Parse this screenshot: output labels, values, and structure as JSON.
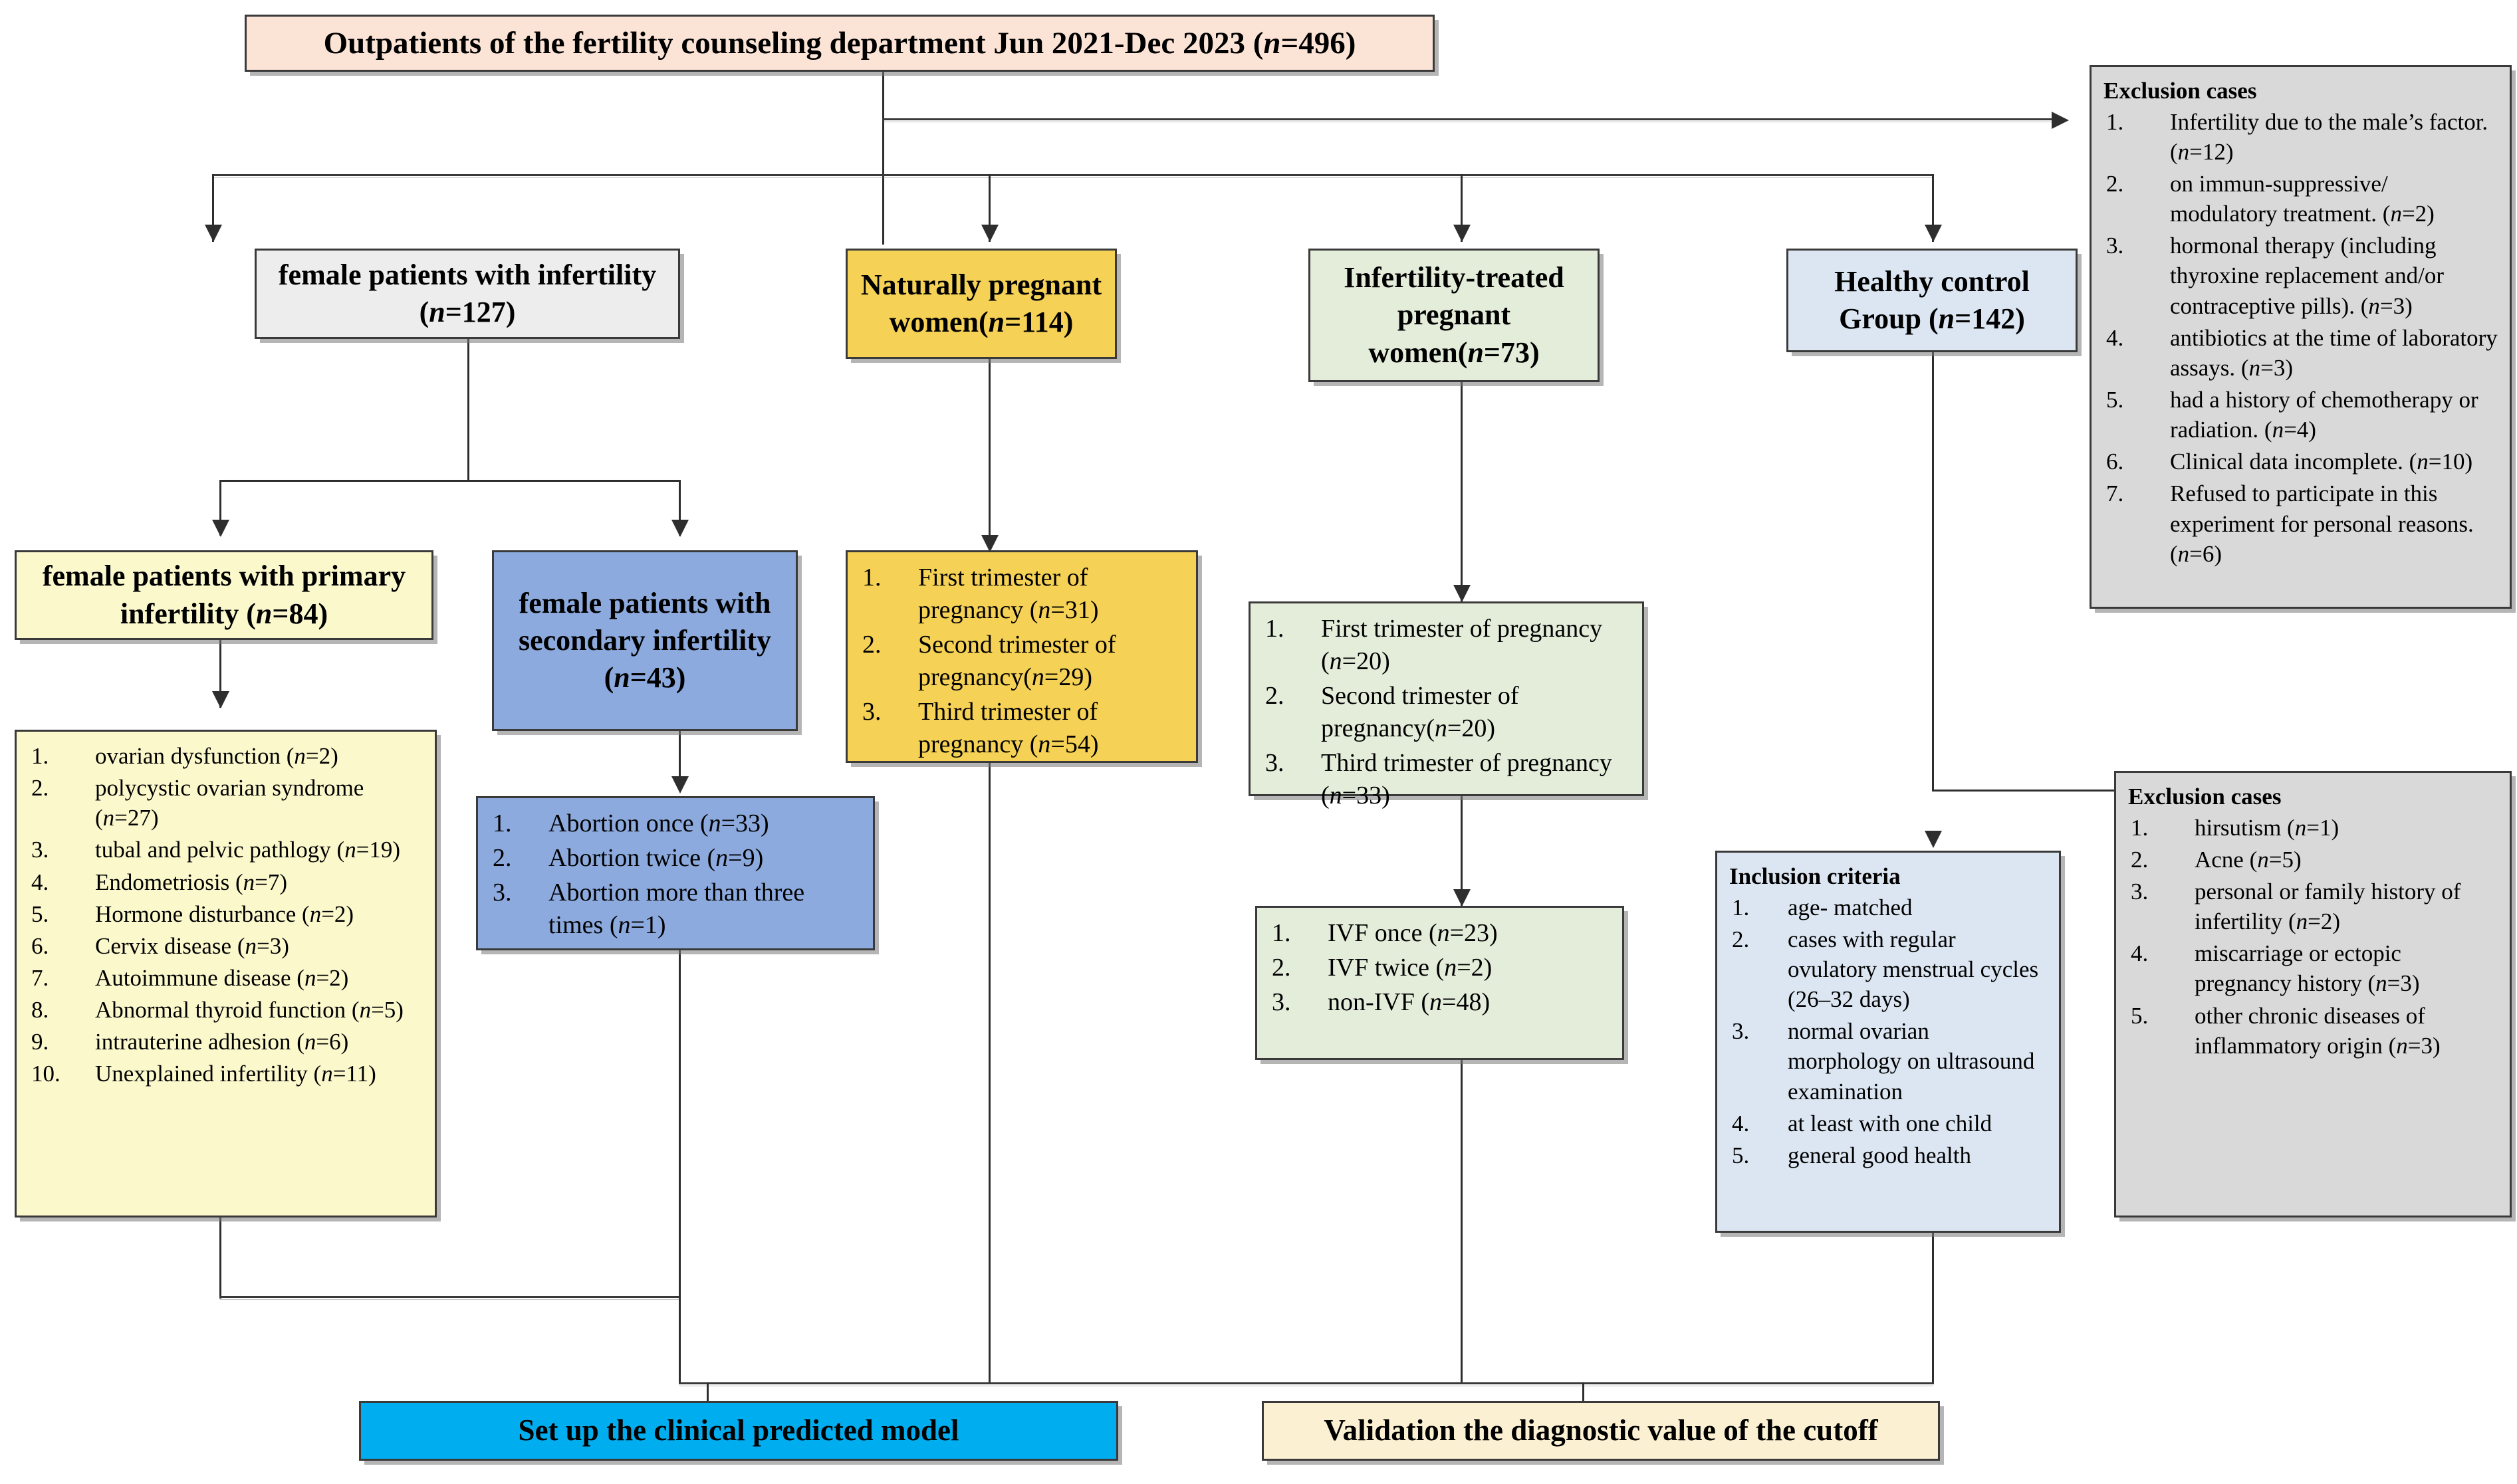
{
  "title_box": {
    "text": "Outpatients of the fertility counseling department Jun 2021-Dec 2023 (n=496)",
    "color": "#FBE3D6"
  },
  "exclusion_top": {
    "heading": "Exclusion cases",
    "color": "#D9D9D9",
    "items": [
      "Infertility due to the male’s factor. (n=12)",
      "on immun-suppressive/ modulatory treatment. (n=2)",
      "hormonal therapy (including thyroxine replacement and/or contraceptive pills). (n=3)",
      "antibiotics at the time of laboratory assays. (n=3)",
      "had a history of chemotherapy or radiation. (n=4)",
      "Clinical data incomplete. (n=10)",
      "Refused  to participate in this experiment for personal reasons. (n=6)"
    ]
  },
  "groups": {
    "infertility": {
      "text": "female patients with infertility (n=127)",
      "color": "#EDEDED"
    },
    "naturally_pregnant": {
      "text": "Naturally pregnant women(n=114)",
      "color": "#F5D155"
    },
    "treated_pregnant": {
      "text": "Infertility-treated pregnant women(n=73)",
      "color": "#E3EDDA"
    },
    "healthy_control": {
      "text": "Healthy control Group (n=142)",
      "color": "#DCE6F2"
    }
  },
  "primary_infertility": {
    "text": "female patients with primary infertility (n=84)",
    "color": "#FBF8CC"
  },
  "secondary_infertility": {
    "text": "female patients with secondary infertility (n=43)",
    "color": "#8CAADE"
  },
  "primary_causes": {
    "color": "#FBF8CC",
    "items": [
      "ovarian dysfunction (n=2)",
      "polycystic ovarian syndrome (n=27)",
      "tubal and pelvic pathlogy (n=19)",
      "Endometriosis (n=7)",
      "Hormone disturbance (n=2)",
      "Cervix disease (n=3)",
      "Autoimmune disease (n=2)",
      "Abnormal thyroid function (n=5)",
      "intrauterine adhesion (n=6)",
      "Unexplained infertility (n=11)"
    ]
  },
  "abortion_list": {
    "color": "#8CAADE",
    "items": [
      "Abortion once (n=33)",
      "Abortion twice (n=9)",
      "Abortion more than three times (n=1)"
    ]
  },
  "natural_trimesters": {
    "color": "#F5D155",
    "items": [
      "First trimester of pregnancy (n=31)",
      "Second trimester of pregnancy(n=29)",
      "Third trimester of pregnancy (n=54)"
    ]
  },
  "treated_trimesters": {
    "color": "#E3EDDA",
    "items": [
      "First trimester of pregnancy (n=20)",
      "Second trimester of pregnancy(n=20)",
      "Third trimester of pregnancy (n=33)"
    ]
  },
  "ivf_list": {
    "color": "#E3EDDA",
    "items": [
      "IVF once (n=23)",
      "IVF twice (n=2)",
      "non-IVF (n=48)"
    ]
  },
  "inclusion_criteria": {
    "heading": "Inclusion criteria",
    "color": "#DCE6F2",
    "items": [
      "age- matched",
      " cases with regular ovulatory menstrual cycles (26–32 days)",
      "normal ovarian morphology on ultrasound examination",
      "at least with one child",
      "general good health"
    ]
  },
  "exclusion_bottom": {
    "heading": "Exclusion cases",
    "color": "#D9D9D9",
    "items": [
      "hirsutism (n=1)",
      "Acne (n=5)",
      "personal or family history of infertility (n=2)",
      "miscarriage or ectopic pregnancy history (n=3)",
      "other chronic diseases of inflammatory origin (n=3)"
    ]
  },
  "outcomes": {
    "model": {
      "text": "Set up the clinical predicted model",
      "color": "#00ADEE"
    },
    "validation": {
      "text": "Validation the diagnostic value of the cutoff",
      "color": "#FBF0D2"
    }
  }
}
